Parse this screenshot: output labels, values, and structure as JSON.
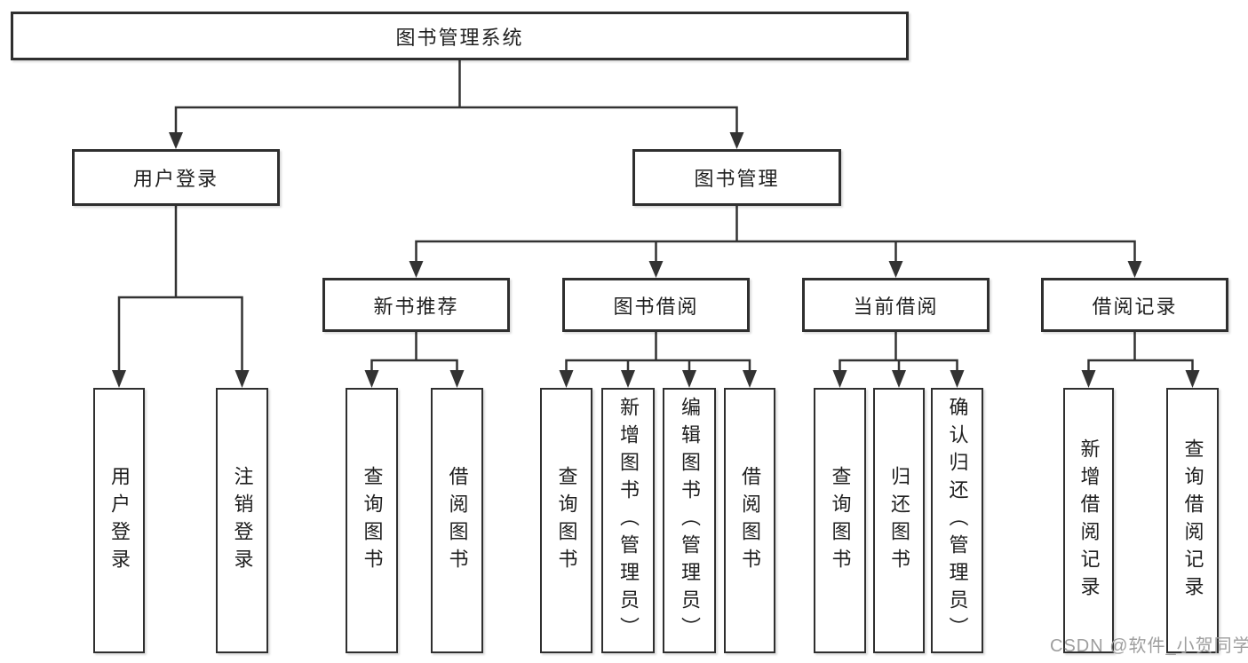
{
  "diagram_title": "图书管理系统",
  "nodes": {
    "root": "图书管理系统",
    "level2": [
      "用户登录",
      "图书管理"
    ],
    "level3": [
      "新书推荐",
      "图书借阅",
      "当前借阅",
      "借阅记录"
    ],
    "leaves_user_login": [
      "用户登录",
      "注销登录"
    ],
    "leaves_new_books": [
      "查询图书",
      "借阅图书"
    ],
    "leaves_book_borrow": [
      "查询图书",
      "新增图书（管理员）",
      "编辑图书（管理员）",
      "借阅图书"
    ],
    "leaves_current_borrow": [
      "查询图书",
      "归还图书",
      "确认归还（管理员）"
    ],
    "leaves_borrow_records": [
      "新增借阅记录",
      "查询借阅记录"
    ]
  },
  "watermark": "CSDN @软件_小贺同学",
  "colors": {
    "background": "#ffffff",
    "line": "#333333",
    "box_border": "#2f2f2f",
    "text": "#1f1f1f",
    "watermark": "#9e9e9e"
  }
}
